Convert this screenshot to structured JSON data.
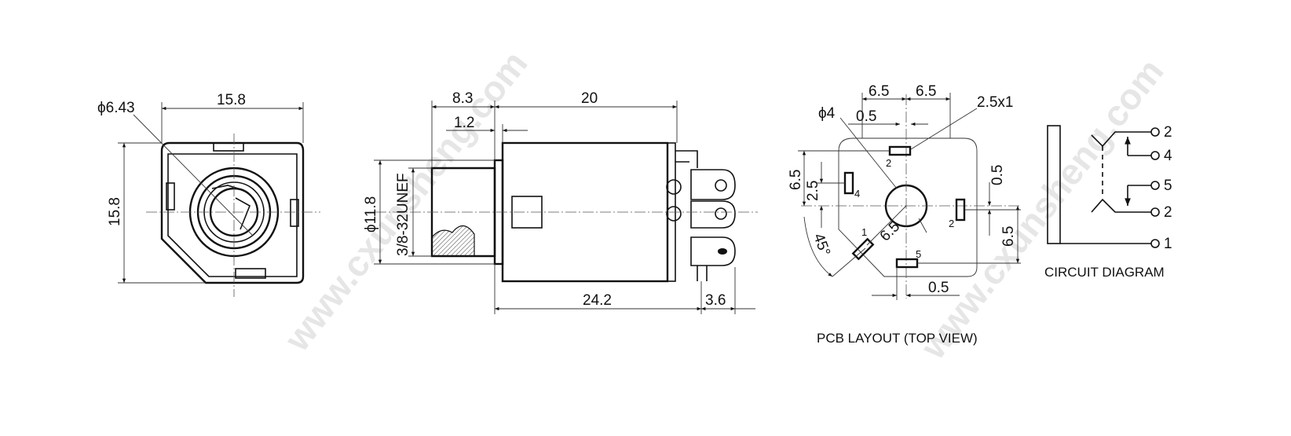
{
  "watermark": {
    "text_1": "www.cxunsheng.com",
    "text_2": "www.cxunsheng.com"
  },
  "front_view": {
    "width": "15.8",
    "height": "15.8",
    "bore_diameter": "ϕ6.43"
  },
  "side_view": {
    "thread_length": "8.3",
    "body_length": "20",
    "flange": "1.2",
    "thread_diameter": "ϕ11.8",
    "thread_spec": "3/8-32UNEF",
    "overall_length": "24.2",
    "pin_length": "3.6"
  },
  "pcb_layout": {
    "caption": "PCB LAYOUT (TOP VIEW)",
    "dims": {
      "top_left": "6.5",
      "top_right": "6.5",
      "pad_size": "2.5x1",
      "hole_diameter": "ϕ4",
      "offset_top": "0.5",
      "left_v1": "6.5",
      "left_v2": "2.5",
      "right_v1": "0.5",
      "right_v2": "6.5",
      "diag": "6.5",
      "angle": "45°",
      "offset_bottom": "0.5"
    },
    "pins": [
      "2",
      "4",
      "2",
      "1",
      "5"
    ]
  },
  "circuit_diagram": {
    "caption": "CIRCUIT DIAGRAM",
    "pins": [
      "2",
      "4",
      "5",
      "2",
      "1"
    ]
  },
  "colors": {
    "line": "#111111",
    "watermark": "#e6e6e6"
  }
}
